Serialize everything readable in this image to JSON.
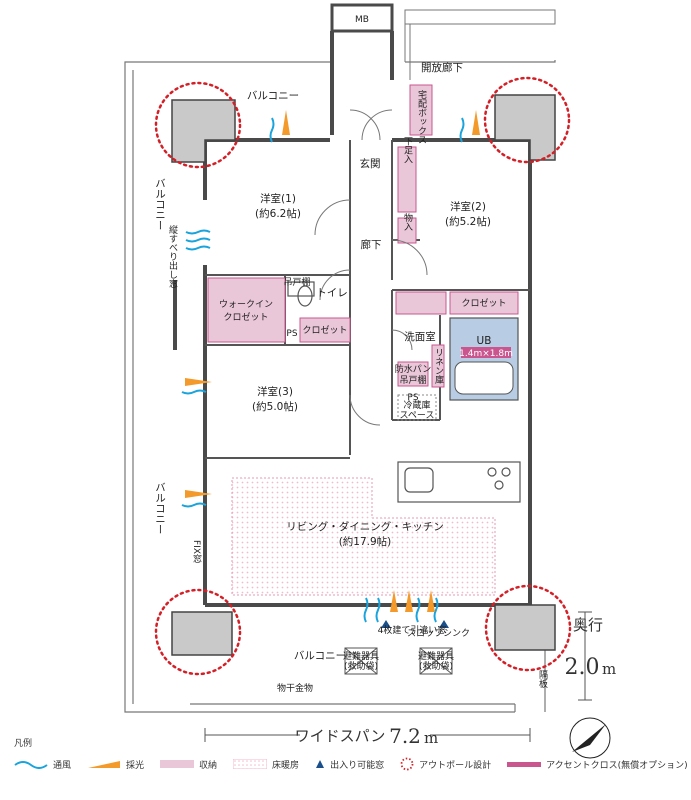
{
  "labels": {
    "mb": "MB",
    "open_corridor": "開放廊下",
    "balcony_top": "バルコニー",
    "balcony_left_top": "バルコニー",
    "balcony_left_bottom": "バルコニー",
    "balcony_bottom": "バルコニー",
    "entrance": "玄関",
    "hallway": "廊下",
    "shoe_storage": "下足入",
    "storage": "物入",
    "delivery_box": "宅配ボックス",
    "western1_name": "洋室(1)",
    "western1_size": "(約6.2帖)",
    "western2_name": "洋室(2)",
    "western2_size": "(約5.2帖)",
    "western3_name": "洋室(3)",
    "western3_size": "(約5.0帖)",
    "walkin": "ウォークイン",
    "closet_word": "クロゼット",
    "closet_left": "クロゼット",
    "closet_right": "クロゼット",
    "toilet": "トイレ",
    "hanging_shelf": "吊戸棚",
    "ps1": "PS",
    "ps2": "PS",
    "washroom": "洗面室",
    "ub": "UB",
    "ub_size": "1.4m×1.8m",
    "linen": "リネン庫",
    "waterproof_pan": "防水パン",
    "hanging_shelf2": "吊戸棚",
    "fridge": "冷蔵庫",
    "space": "スペース",
    "ldk_name": "リビング・ダイニング・キッチン",
    "ldk_size": "(約17.9帖)",
    "sliding_window": "4枚建て引違い窓",
    "slop_sink": "スロップシンク",
    "evac1_a": "避難器具",
    "evac1_b": "(救助袋)",
    "evac2_a": "避難器具",
    "evac2_b": "(救助袋)",
    "clothes_hanger": "物干金物",
    "partition": "隔板",
    "vertical_window": "縦すべり出し窓",
    "fix_window": "FIX窓",
    "depth_label": "奥行",
    "depth_value": "2.0",
    "depth_unit": "m",
    "width_label": "ワイドスパン",
    "width_value": "7.2",
    "width_unit": "m"
  },
  "legend": {
    "title": "凡例",
    "ventilation": "通風",
    "daylight": "採光",
    "storage": "収納",
    "floor_heating": "床暖房",
    "accessible_window": "出入り可能窓",
    "outpole": "アウトポール設計",
    "accent_cross": "アクセントクロス(無償オプション)"
  },
  "colors": {
    "wall": "#4a4a4a",
    "column": "#c9c9c9",
    "storage": "#e9c6d8",
    "floor_heating": "#f3b9cd",
    "ventilation": "#1ba3dc",
    "daylight": "#f39a2b",
    "outpole": "#d41f26",
    "ub": "#b8cce4",
    "accent": "#c9568e"
  }
}
